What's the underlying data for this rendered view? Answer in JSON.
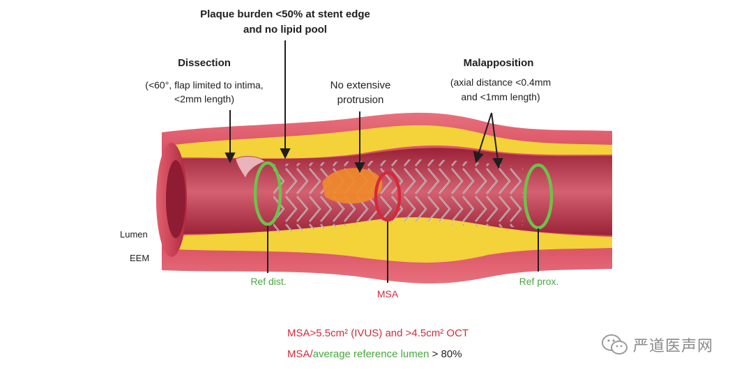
{
  "labels": {
    "plaque_burden": [
      "Plaque burden <50% at stent edge",
      "and no lipid pool"
    ],
    "dissection_title": "Dissection",
    "dissection_detail": [
      "(<60°, flap limited to intima,",
      "<2mm length)"
    ],
    "protrusion": [
      "No extensive",
      "protrusion"
    ],
    "malapposition_title": "Malapposition",
    "malapposition_detail": [
      "(axial distance <0.4mm",
      "and <1mm length)"
    ],
    "lumen": "Lumen",
    "eem": "EEM",
    "ref_dist": "Ref dist.",
    "msa": "MSA",
    "ref_prox": "Ref prox."
  },
  "criteria": {
    "line1": "MSA>5.5cm² (IVUS) and >4.5cm² OCT",
    "line2_msa": "MSA",
    "line2_sep": "/",
    "line2_ref": "average reference lumen",
    "line2_tail": " > 80%"
  },
  "watermark": {
    "text": "严道医声网",
    "icon": "wechat-icon"
  },
  "colors": {
    "vessel_outer": "#e04a5a",
    "vessel_wall": "#c42a44",
    "plaque": "#f3d23a",
    "lumen": "#b33046",
    "ref_ring": "#6cc24a",
    "msa_ring": "#d6283a",
    "lipid": "#f08a2a",
    "stent": "#c8c8c8"
  }
}
